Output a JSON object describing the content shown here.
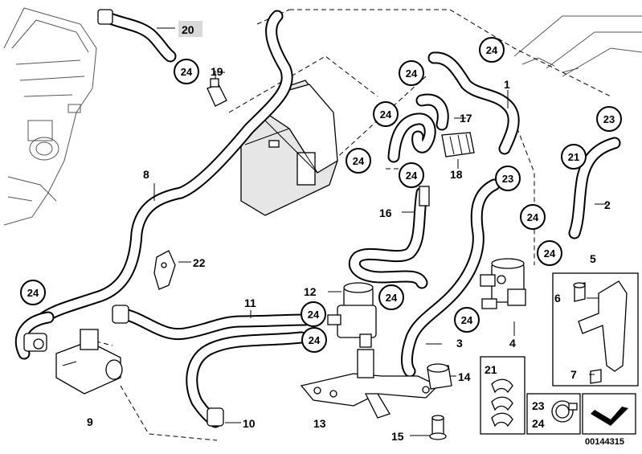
{
  "diagram_id": "00144315",
  "part_labels": {
    "p1": "1",
    "p2": "2",
    "p3": "3",
    "p4": "4",
    "p5": "5",
    "p6": "6",
    "p7": "7",
    "p8": "8",
    "p9": "9",
    "p10": "10",
    "p11": "11",
    "p12": "12",
    "p13": "13",
    "p14": "14",
    "p15": "15",
    "p16": "16",
    "p17": "17",
    "p18": "18",
    "p19": "19",
    "p20": "20",
    "p22": "22"
  },
  "circled_labels": {
    "c24": "24",
    "c23": "23",
    "c21": "21"
  },
  "legend": {
    "box_21_label": "21",
    "box_23_label": "23",
    "box_24_label": "24"
  }
}
